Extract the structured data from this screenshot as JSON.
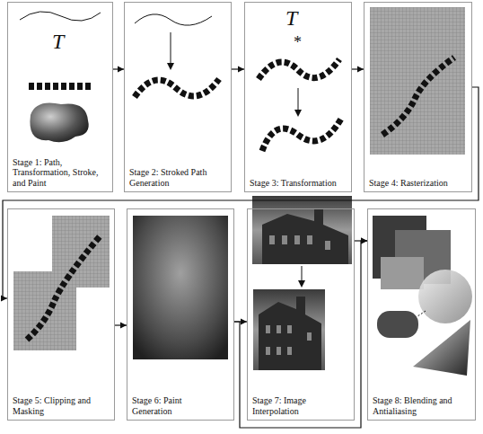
{
  "diagram": {
    "nodes": [
      {
        "text": [
          "Stage 1: Path, Transformation, Stroke, and Paint"
        ]
      },
      {
        "text": [
          "Stage 2: Stroked Path Generation"
        ]
      },
      {
        "text": [
          "Stage 3: Transformation"
        ]
      },
      {
        "text": [
          "Stage 4: Rasterization"
        ]
      },
      {
        "text": [
          "Stage 5: Clipping and Masking"
        ]
      },
      {
        "text": [
          "Stage 6: Paint Generation"
        ]
      },
      {
        "text": [
          "Stage 7: Image Interpolation"
        ]
      },
      {
        "text": [
          "Stage 8: Blending and Antialiasing"
        ]
      }
    ],
    "edges": [
      {
        "from": 0,
        "to": 1,
        "arrow": "to"
      },
      {
        "from": 1,
        "to": 2,
        "arrow": "to"
      },
      {
        "from": 2,
        "to": 3,
        "arrow": "to"
      },
      {
        "from": 3,
        "to": 4,
        "arrow": "to"
      },
      {
        "from": 4,
        "to": 5,
        "arrow": "to"
      },
      {
        "from": 5,
        "to": 6,
        "arrow": "to"
      },
      {
        "from": 6,
        "to": 7,
        "arrow": "to"
      },
      {
        "from": 5,
        "to": 7,
        "arrow": "to"
      }
    ],
    "labels": [
      "T",
      "T",
      "*"
    ]
  }
}
